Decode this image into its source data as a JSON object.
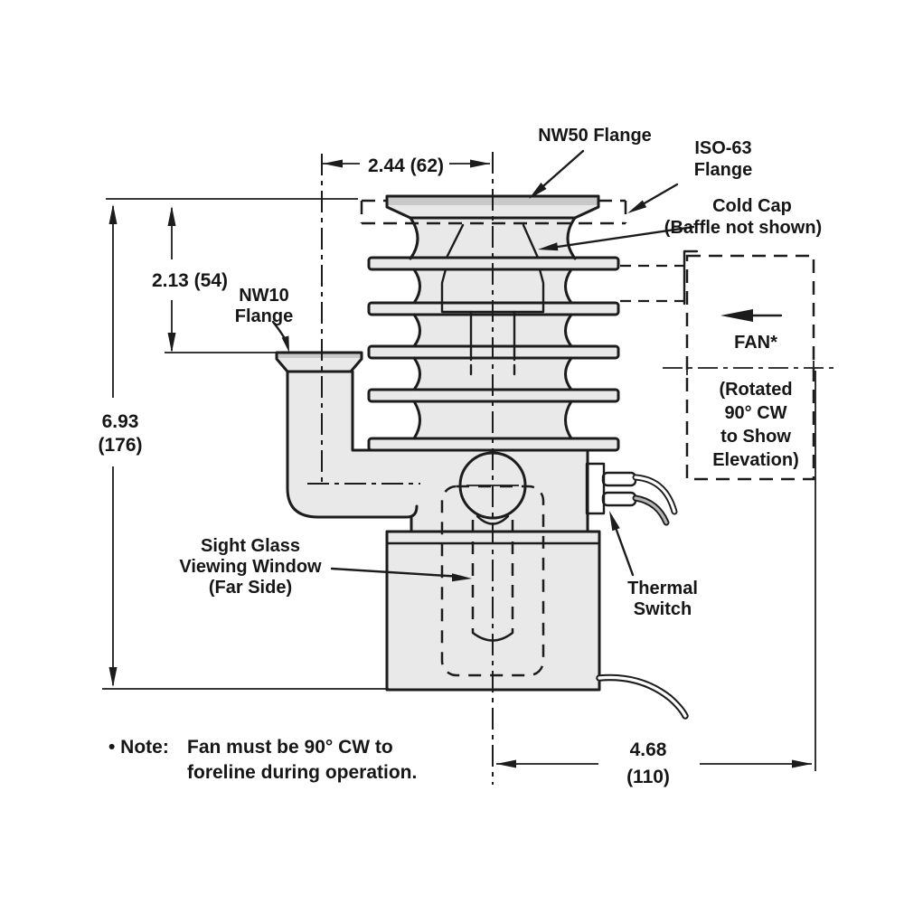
{
  "drawing_type": "pump outline dimensional drawing",
  "colors": {
    "line": "#1c1c1c",
    "body_fill": "#e9e9e9",
    "flange_shade": "#c9c9c9",
    "wire_shade": "#b5b5b5",
    "background": "#ffffff"
  },
  "labels": {
    "nw50": "NW50 Flange",
    "iso63": [
      "ISO-63",
      "Flange"
    ],
    "cold_cap": [
      "Cold Cap",
      "(Baffle not shown)"
    ],
    "nw10": [
      "NW10",
      "Flange"
    ],
    "fan": "FAN*",
    "rotated": [
      "(Rotated",
      "90° CW",
      "to Show",
      "Elevation)"
    ],
    "sight_glass": [
      "Sight Glass",
      "Viewing Window",
      "(Far Side)"
    ],
    "thermal": [
      "Thermal",
      "Switch"
    ]
  },
  "dimensions": {
    "centerline_offset_top": "2.44 (62)",
    "flange_to_foreline": "2.13 (54)",
    "overall_height": [
      "6.93",
      "(176)"
    ],
    "bottom_width": [
      "4.68",
      "(110)"
    ]
  },
  "note": [
    "• Note:",
    "Fan must be 90° CW to",
    "foreline during operation."
  ]
}
